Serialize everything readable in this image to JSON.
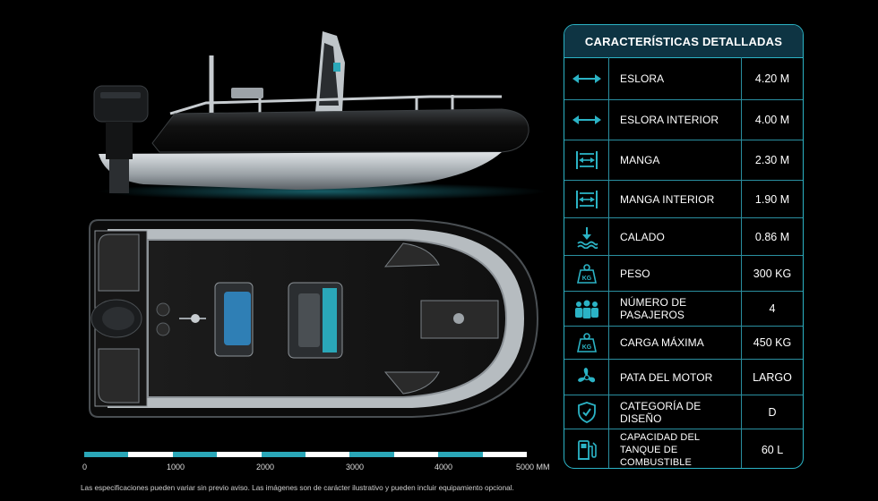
{
  "panel": {
    "title": "CARACTERÍSTICAS DETALLADAS",
    "rows": [
      {
        "icon": "arrow-horizontal-icon",
        "label": "ESLORA",
        "value": "4.20 M"
      },
      {
        "icon": "arrow-horizontal-icon",
        "label": "ESLORA INTERIOR",
        "value": "4.00 M"
      },
      {
        "icon": "beam-width-icon",
        "label": "MANGA",
        "value": "2.30 M"
      },
      {
        "icon": "beam-width-icon",
        "label": "MANGA INTERIOR",
        "value": "1.90 M"
      },
      {
        "icon": "draft-water-icon",
        "label": "CALADO",
        "value": "0.86 M"
      },
      {
        "icon": "weight-kg-icon",
        "label": "PESO",
        "value": "300 KG"
      },
      {
        "icon": "passengers-icon",
        "label": "NÚMERO DE PASAJEROS",
        "value": "4"
      },
      {
        "icon": "weight-kg-icon",
        "label": "CARGA MÁXIMA",
        "value": "450 KG"
      },
      {
        "icon": "propeller-icon",
        "label": "PATA DEL MOTOR",
        "value": "LARGO"
      },
      {
        "icon": "shield-check-icon",
        "label": "CATEGORÍA DE DISEÑO",
        "value": "D"
      },
      {
        "icon": "fuel-pump-icon",
        "label": "CAPACIDAD DEL TANQUE DE COMBUSTIBLE",
        "value": "60 L"
      }
    ],
    "icon_glyph_kg": "KG"
  },
  "scale": {
    "ticks": [
      "0",
      "1000",
      "2000",
      "3000",
      "4000",
      "5000 MM"
    ],
    "colors": [
      "#2aa7b8",
      "#ffffff"
    ]
  },
  "footnote": "Las especificaciones pueden variar sin previo aviso. Las imágenes son de carácter ilustrativo y pueden incluir equipamiento opcional.",
  "colors": {
    "accent": "#2bb3c5",
    "header_bg": "#0e3443"
  }
}
